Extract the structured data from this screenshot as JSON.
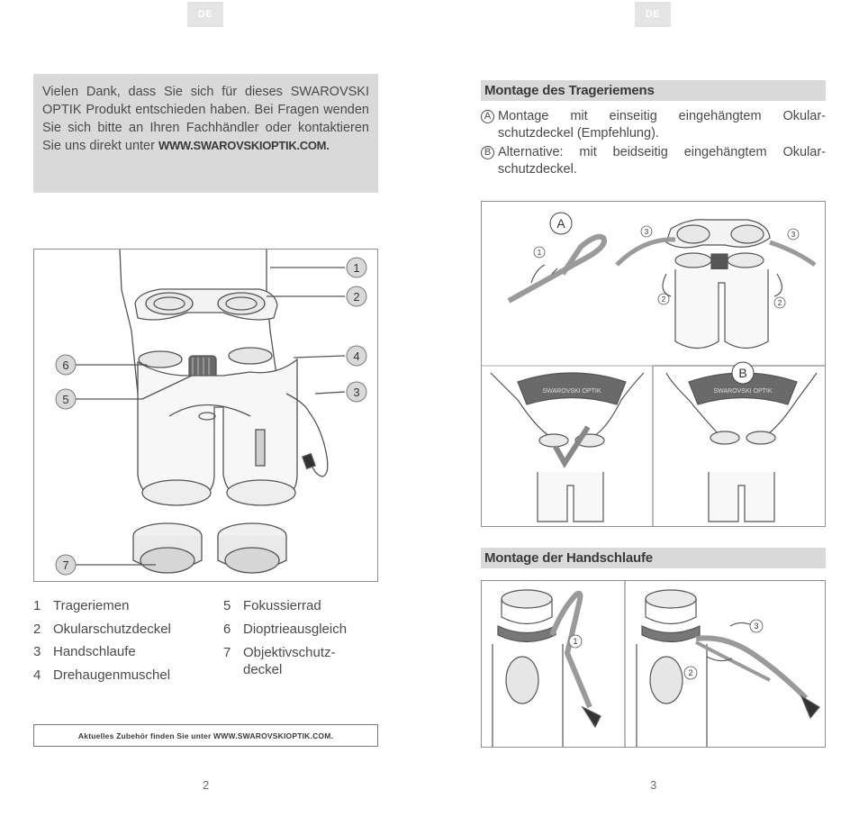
{
  "left_page": {
    "lang_tab": "DE",
    "intro_text": "Vielen Dank, dass Sie sich für dieses SWAROVSKI OPTIK Produkt entschieden haben. Bei Fragen wenden Sie sich bitte an Ihren Fachhändler oder kontaktieren Sie uns direkt unter",
    "intro_link": "WWW.SWAROVSKIOPTIK.COM.",
    "callouts": [
      "1",
      "2",
      "3",
      "4",
      "5",
      "6",
      "7"
    ],
    "legend_left": [
      {
        "num": "1",
        "label": "Trageriemen"
      },
      {
        "num": "2",
        "label": "Okularschutzdeckel"
      },
      {
        "num": "3",
        "label": "Handschlaufe"
      },
      {
        "num": "4",
        "label": "Drehaugenmuschel"
      }
    ],
    "legend_right": [
      {
        "num": "5",
        "label": "Fokussierrad"
      },
      {
        "num": "6",
        "label": "Dioptrieausgleich"
      },
      {
        "num": "7",
        "label": "Objektivschutz-",
        "label2": "deckel"
      }
    ],
    "footer_text": "Aktuelles Zubehör finden Sie unter WWW.SWAROVSKIOPTIK.COM.",
    "page_number": "2"
  },
  "right_page": {
    "lang_tab": "DE",
    "strap_heading": "Montage des Trageriemens",
    "steps": [
      {
        "letter": "A",
        "text": "Montage mit einseitig eingehängtem Okular-schutzdeckel (Empfehlung)."
      },
      {
        "letter": "B",
        "text": "Alternative: mit beidseitig eingehängtem Okular-schutzdeckel."
      }
    ],
    "strap_figure_labels": {
      "a": "A",
      "b": "B",
      "n1": "1",
      "n2": "2",
      "n3": "3",
      "strap_brand": "SWAROVSKI OPTIK"
    },
    "hand_heading": "Montage der Handschlaufe",
    "hand_figure_labels": {
      "n1": "1",
      "n2": "2",
      "n3": "3"
    },
    "page_number": "3"
  }
}
